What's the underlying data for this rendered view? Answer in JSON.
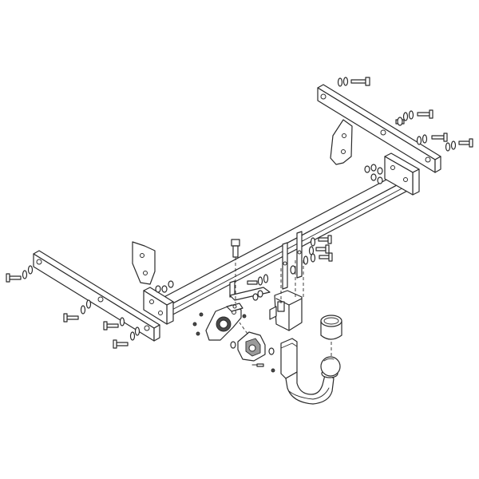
{
  "diagram": {
    "parts": [
      "right-side-bracket",
      "right-reinforcement-plate",
      "left-side-bracket",
      "left-reinforcement-plate",
      "main-crossbar",
      "crossbar-end-plate-left",
      "crossbar-end-plate-right",
      "center-mount-bracket",
      "socket-plate-bracket",
      "ball-receiver-housing",
      "lock-socket",
      "detachable-tow-ball-neck",
      "tow-ball-cap",
      "mounting-bolts",
      "nuts-and-washers"
    ],
    "text_labels": []
  }
}
